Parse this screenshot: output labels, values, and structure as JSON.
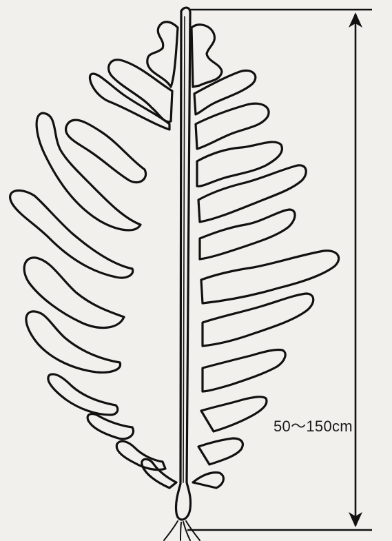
{
  "diagram": {
    "size_label": "50〜150cm",
    "colors": {
      "background": "#f1f0ec",
      "line": "#111111"
    },
    "icons": {
      "measure": "dimension-arrow",
      "plant": "kelp-frond"
    }
  }
}
